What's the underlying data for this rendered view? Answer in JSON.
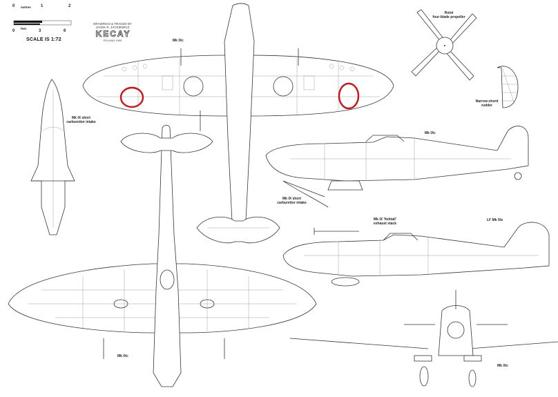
{
  "scale_bar": {
    "metres_label": "metres",
    "feet_label": "feet",
    "metres_ticks": [
      "0",
      "1",
      "2"
    ],
    "feet_ticks": [
      "0",
      "3",
      "6"
    ],
    "scale_text": "SCALE IS 1:72"
  },
  "credit": {
    "line1": "DRAWINGS & TRACED BY",
    "line2": "JACEK R. JACKIEWICZ",
    "brand": "KECAY",
    "country": "POLAND 1999"
  },
  "views": {
    "top_view_label": "Mk IXc",
    "bottom_view_label": "Mk IXc",
    "side_view_1_label": "Mk IXc",
    "side_view_2_label": "LF Mk IXe",
    "front_view_label": "Mk IXc"
  },
  "details": {
    "propeller_label": "Rotol\nfour-blade propeller",
    "rudder_label": "Narrow-chord\nrudder",
    "intake_front_label": "Mk IX short\ncarburettor intake",
    "intake_side_label": "Mk IX short\ncarburettor intake",
    "exhaust_label": "Mk IX 'fishtail'\nexhaust stack"
  },
  "annotations": {
    "highlight_color": "#d01010",
    "highlight_count": 2
  }
}
